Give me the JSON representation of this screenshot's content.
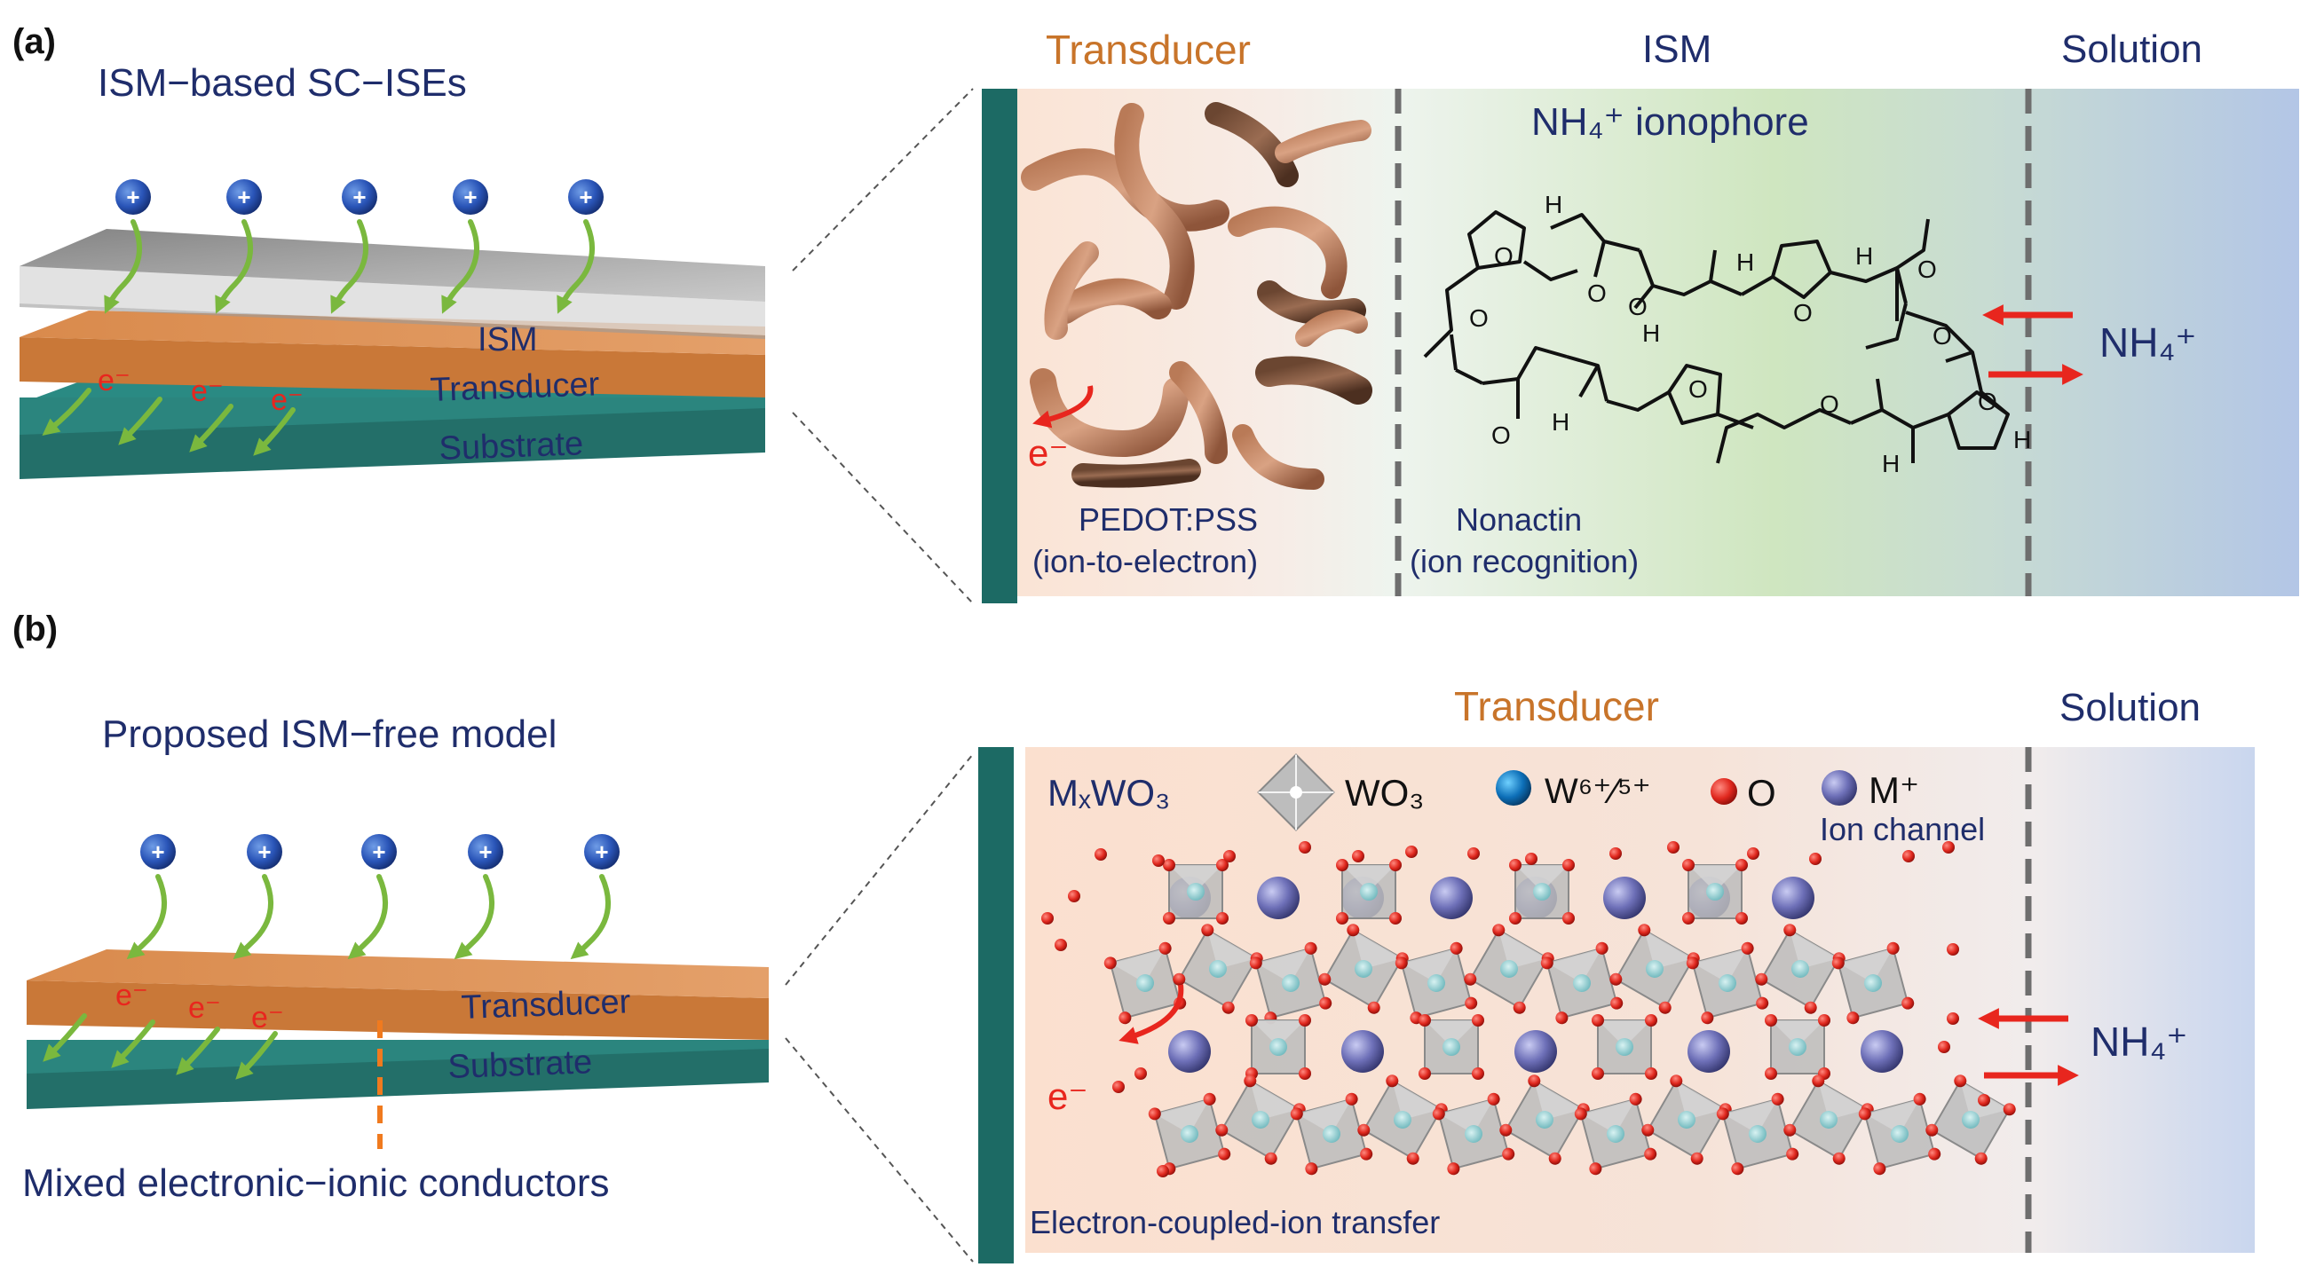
{
  "panel_a": {
    "letter": "(a)",
    "model_title": "ISM−based SC−ISEs",
    "layer_ism": "ISM",
    "layer_transducer": "Transducer",
    "layer_substrate": "Substrate",
    "electron": "e⁻",
    "plus": "+",
    "zone_transducer": "Transducer",
    "zone_ism": "ISM",
    "zone_solution": "Solution",
    "ionophore_title": "NH₄⁺ ionophore",
    "pedot_label": "PEDOT:PSS",
    "pedot_role": "(ion-to-electron)",
    "nonactin_label": "Nonactin",
    "nonactin_role": "(ion recognition)",
    "ion_label": "NH₄⁺",
    "chem_h": "H",
    "chem_o": "O",
    "electron_out": "e⁻"
  },
  "panel_b": {
    "letter": "(b)",
    "model_title": "Proposed ISM−free model",
    "layer_transducer": "Transducer",
    "layer_substrate": "Substrate",
    "electron": "e⁻",
    "plus": "+",
    "conductor_label": "Mixed electronic−ionic conductors",
    "zone_transducer": "Transducer",
    "zone_solution": "Solution",
    "legend_mxwo3": "MₓWO₃",
    "legend_wo3": "WO₃",
    "legend_w": "W⁶⁺⁄⁵⁺",
    "legend_o": "O",
    "legend_m": "M⁺",
    "ion_channel": "Ion channel",
    "transfer_label": "Electron-coupled-ion transfer",
    "ion_label": "NH₄⁺",
    "electron_out": "e⁻"
  },
  "colors": {
    "navy_text": "#1f2d6b",
    "orange_text": "#c8742a",
    "red": "#e8261e",
    "green_arrow": "#7ab83e",
    "teal_substrate": "#1f6f6a",
    "orange_layer": "#d98a4c",
    "electrode_bar": "#1c6a64"
  }
}
